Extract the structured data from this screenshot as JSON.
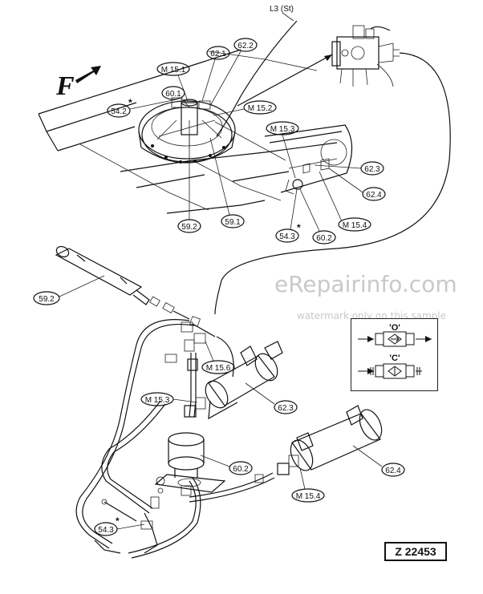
{
  "diagram": {
    "direction_label": "F",
    "pipe_label_top": "L3 (St)",
    "labels": {
      "m151": "M 15.1",
      "l621": "62.1",
      "l622": "62.2",
      "l601": "60.1",
      "m152": "M 15.2",
      "l542": "54.2",
      "m153a": "M 15.3",
      "l623a": "62.3",
      "l624a": "62.4",
      "m154a": "M 15.4",
      "l592a": "59.2",
      "l591": "59.1",
      "l543a": "54.3",
      "l602a": "60.2",
      "l592b": "59.2",
      "m156": "M 15.6",
      "m153b": "M 15.3",
      "l623b": "62.3",
      "l602b": "60.2",
      "l624b": "62.4",
      "m154b": "M 15.4",
      "l543b": "54.3"
    },
    "asterisk": "*",
    "legend": {
      "asterisk": "*",
      "open_label": "'O'",
      "closed_label": "'C'"
    },
    "watermark": {
      "site": "eRepairinfo.com",
      "note": "watermark only on this sample"
    },
    "drawing_number": "Z 22453"
  }
}
